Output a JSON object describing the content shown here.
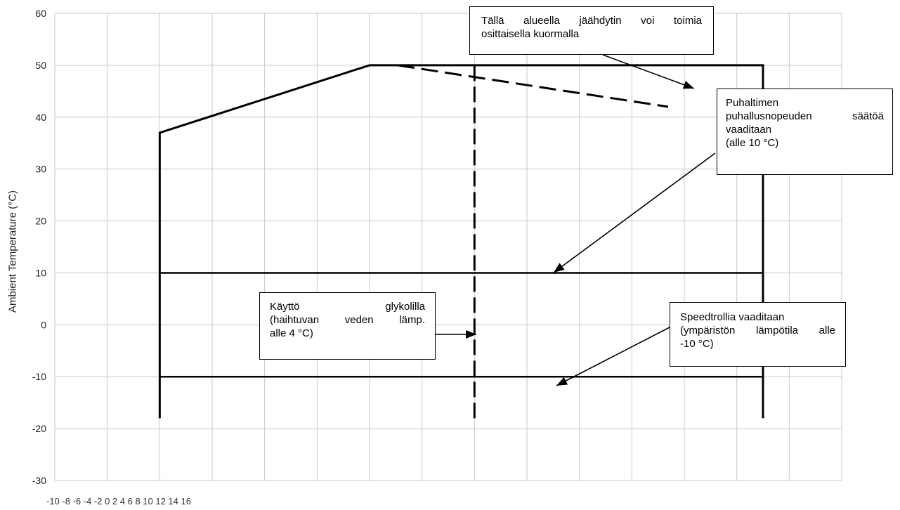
{
  "chart_data": {
    "type": "line",
    "ylabel": "Ambient Temperature (°C)",
    "ylim": [
      -30,
      60
    ],
    "y_ticks": [
      "60",
      "50",
      "40",
      "30",
      "20",
      "10",
      "0",
      "-10",
      "-20",
      "-30"
    ],
    "x_tick_text": "-10 -8 -6 -4 -2 0 2 4 6 8 10 12 14 16",
    "grid": true,
    "operating_envelope": [
      [
        -6,
        -18
      ],
      [
        -6,
        37
      ],
      [
        2,
        50
      ],
      [
        17,
        50
      ],
      [
        17,
        -18
      ]
    ],
    "partial_load_boundary": [
      [
        2,
        50
      ],
      [
        17,
        42
      ]
    ],
    "glycol_limit_line": {
      "x": 6,
      "y_range": [
        -18,
        50
      ]
    },
    "fan_speed_limit_line": {
      "y": 10,
      "x_range": [
        -6,
        17
      ]
    },
    "speedtrol_limit_line": {
      "y": -10,
      "x_range": [
        -6,
        17
      ]
    },
    "annotations": [
      {
        "id": "partial-load",
        "lines": [
          "Tällä alueella jäähdytin voi toimia",
          "osittaisella kuormalla"
        ]
      },
      {
        "id": "fan-speed",
        "lines": [
          "Puhaltimen",
          "puhallusnopeuden säätöä",
          "vaaditaan",
          "(alle 10 °C)"
        ]
      },
      {
        "id": "glycol",
        "lines": [
          "Käyttö glykolilla",
          "(haihtuvan veden lämp.",
          "alle 4 °C)"
        ]
      },
      {
        "id": "speedtrol",
        "lines": [
          "Speedtrollia vaaditaan",
          "(ympäristön lämpötila alle",
          "-10 °C)"
        ]
      }
    ]
  },
  "colors": {
    "line": "#000000",
    "grid": "#c8c8c8",
    "background": "#ffffff"
  }
}
